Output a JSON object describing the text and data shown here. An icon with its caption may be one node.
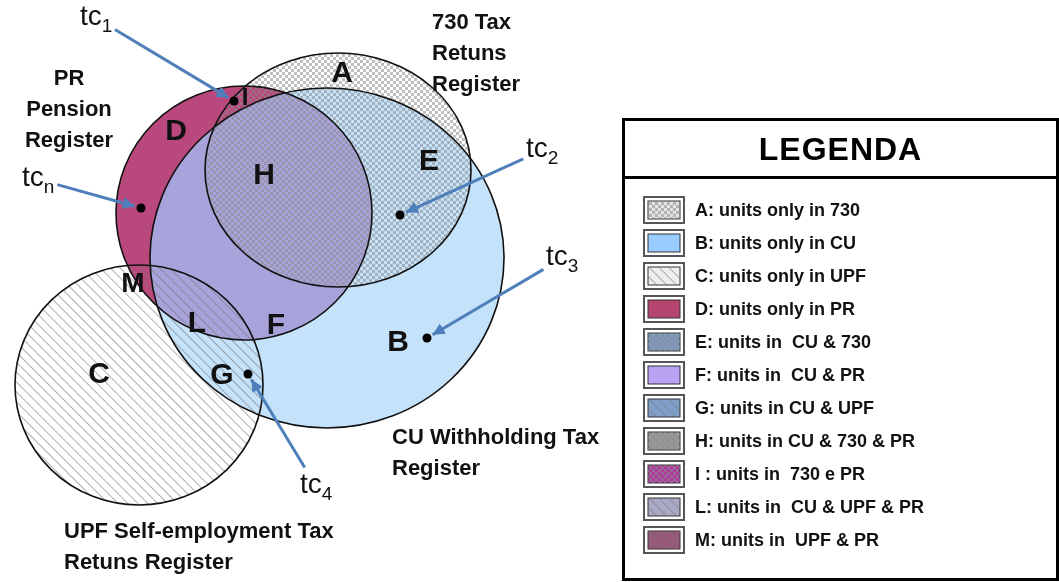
{
  "diagram": {
    "nodes": [
      {
        "text": [
          "tc$_{1}$"
        ]
      },
      {
        "text": [
          "tc$_{2}$"
        ]
      },
      {
        "text": [
          "tc$_{3}$"
        ]
      },
      {
        "text": [
          "tc$_{n}$"
        ]
      },
      {
        "text": [
          "tc$_{4}$"
        ]
      },
      {
        "text": [],
        "shape": "circle"
      },
      {
        "text": [],
        "shape": "circle"
      },
      {
        "text": [],
        "shape": "circle"
      },
      {
        "text": [],
        "shape": "circle"
      },
      {
        "text": [],
        "shape": "circle"
      }
    ],
    "edges": [
      {
        "from": 0,
        "to": 5,
        "arrow": "to"
      },
      {
        "from": 1,
        "to": 6,
        "arrow": "to"
      },
      {
        "from": 2,
        "to": 7,
        "arrow": "to"
      },
      {
        "from": 3,
        "to": 8,
        "arrow": "to"
      },
      {
        "from": 4,
        "to": 9,
        "arrow": "to"
      }
    ],
    "labels": [
      "730 Tax Retuns Register",
      "PR Pension Register",
      "A",
      "I",
      "D",
      "H",
      "E",
      "M",
      "L",
      "F",
      "B",
      "C",
      "G",
      "CU Withholding Tax Register",
      "UPF Self-employment Tax Retuns Register",
      "LEGENDA"
    ],
    "legend": [
      {
        "text": "A: units only in 730",
        "color": "#e4e4e4"
      },
      {
        "text": "B: units only in CU",
        "color": "#99ccff"
      },
      {
        "text": "C: units only in UPF",
        "color": "#eeeeee"
      },
      {
        "text": "D: units only in PR",
        "color": "#b3456f"
      },
      {
        "text": "E: units in  CU & 730",
        "color": "#7c9cc4"
      },
      {
        "text": "F: units in  CU & PR",
        "color": "#b9a2f2"
      },
      {
        "text": "G: units in CU & UPF",
        "color": "#7f9fc8"
      },
      {
        "text": "H: units in CU & 730 & PR",
        "color": "#9a9a9a"
      },
      {
        "text": "I : units in  730 e PR",
        "color": "#b03aa0"
      },
      {
        "text": "L: units in  CU & UPF & PR",
        "color": "#a9a9c6"
      },
      {
        "text": "M: units in  UPF & PR",
        "color": "#98587a"
      }
    ]
  }
}
